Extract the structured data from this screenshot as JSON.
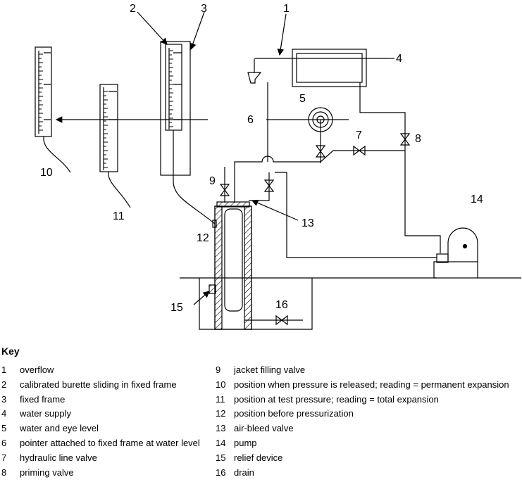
{
  "callouts": [
    "1",
    "2",
    "3",
    "4",
    "5",
    "6",
    "7",
    "8",
    "9",
    "10",
    "11",
    "12",
    "13",
    "14",
    "15",
    "16"
  ],
  "key": {
    "title": "Key",
    "items": [
      {
        "num": "1",
        "text": "overflow"
      },
      {
        "num": "2",
        "text": "calibrated burette sliding in fixed frame"
      },
      {
        "num": "3",
        "text": "fixed frame"
      },
      {
        "num": "4",
        "text": "water supply"
      },
      {
        "num": "5",
        "text": "water and eye level"
      },
      {
        "num": "6",
        "text": "pointer attached to fixed frame at water level"
      },
      {
        "num": "7",
        "text": "hydraulic line valve"
      },
      {
        "num": "8",
        "text": "priming valve"
      },
      {
        "num": "9",
        "text": "jacket filling valve"
      },
      {
        "num": "10",
        "text": "position when pressure is released; reading = permanent expansion"
      },
      {
        "num": "11",
        "text": "position at test pressure; reading = total expansion"
      },
      {
        "num": "12",
        "text": "position before pressurization"
      },
      {
        "num": "13",
        "text": "air-bleed valve"
      },
      {
        "num": "14",
        "text": "pump"
      },
      {
        "num": "15",
        "text": "relief device"
      },
      {
        "num": "16",
        "text": "drain"
      }
    ]
  }
}
